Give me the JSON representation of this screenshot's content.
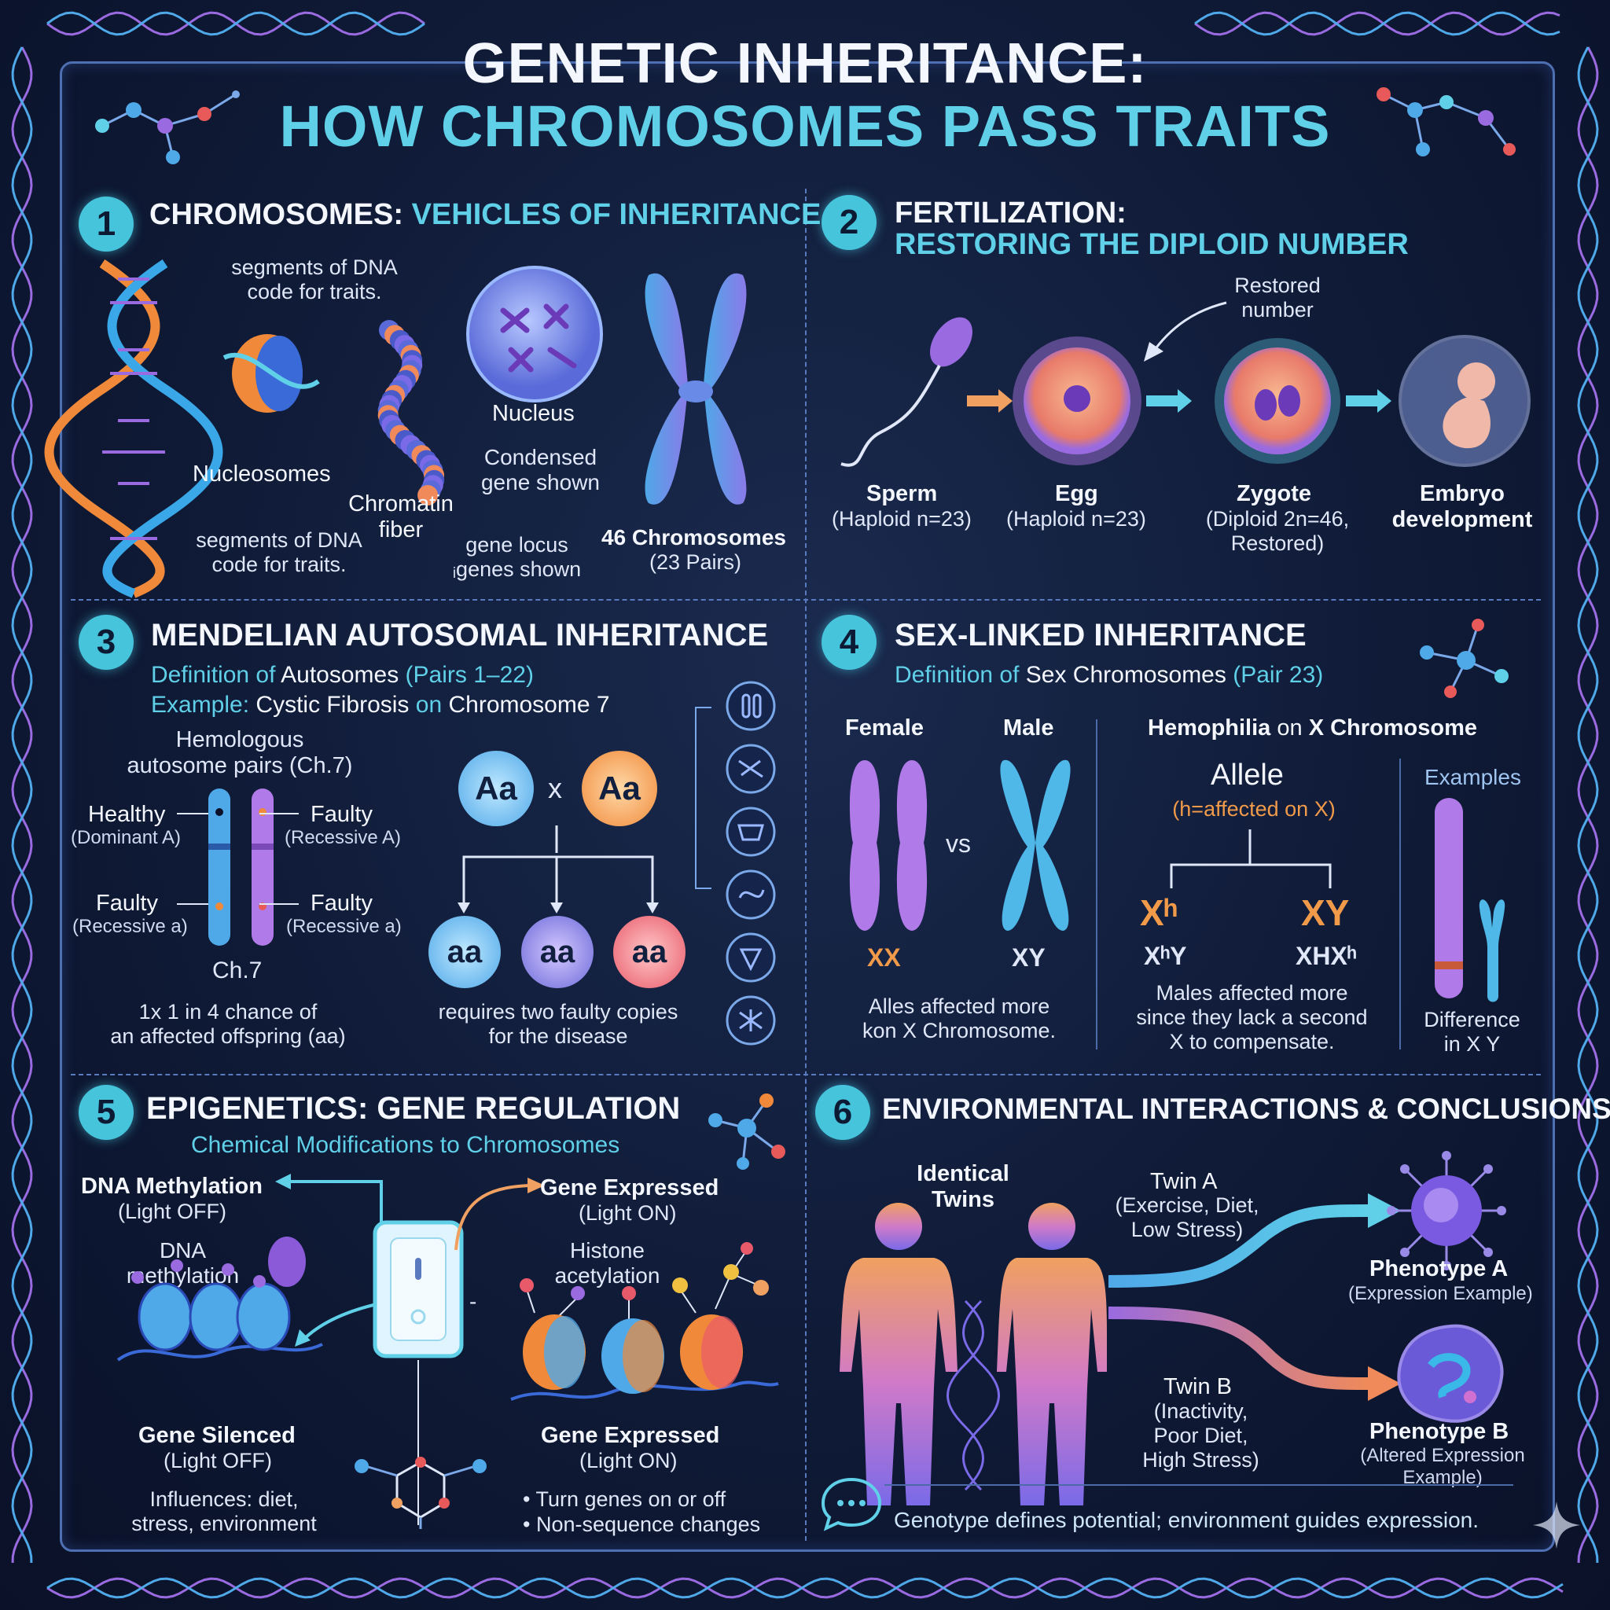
{
  "title": {
    "line1": "GENETIC INHERITANCE:",
    "line2": "HOW CHROMOSOMES PASS TRAITS"
  },
  "colors": {
    "accent": "#5fd0e8",
    "orange": "#f09a4a",
    "purple": "#9a6be0",
    "blue": "#4fa8e8"
  },
  "s1": {
    "num": "1",
    "title": "CHROMOSOMES:",
    "title2": "VEHICLES OF INHERITANCE",
    "seg_top": "segments of DNA\ncode for traits.",
    "nucleosomes": "Nucleosomes",
    "seg_bottom": "segments of DNA\ncode for traits.",
    "chromatin": "Chromatin\nfiber",
    "nucleus": "Nucleus",
    "condensed": "Condensed\ngene shown",
    "locus": "gene locus\nᵢgenes shown",
    "count": "46 Chromosomes",
    "pairs": "(23 Pairs)"
  },
  "s2": {
    "num": "2",
    "title": "FERTILIZATION:",
    "title2": "RESTORING THE DIPLOID NUMBER",
    "restored": "Restored\nnumber",
    "sperm": "Sperm",
    "sperm_sub": "(Haploid n=23)",
    "egg": "Egg",
    "egg_sub": "(Haploid n=23)",
    "zygote": "Zygote",
    "zygote_sub": "(Diploid 2n=46,\nRestored)",
    "embryo": "Embryo\ndevelopment"
  },
  "s3": {
    "num": "3",
    "title": "MENDELIAN AUTOSOMAL INHERITANCE",
    "def_pre": "Definition of",
    "def_b": "Autosomes",
    "def_post": "(Pairs 1–22)",
    "ex_pre": "Example:",
    "ex_b1": "Cystic Fibrosis",
    "ex_mid": "on",
    "ex_b2": "Chromosome 7",
    "homologous": "Hemologous\nautosome pairs (Ch.7)",
    "healthy": "Healthy",
    "healthy_sub": "(Dominant A)",
    "faulty1": "Faulty",
    "faulty1_sub": "(Recessive A)",
    "faulty2": "Faulty",
    "faulty2_sub": "(Recessive a)",
    "faulty3": "Faulty",
    "faulty3_sub": "(Recessive a)",
    "ch7": "Ch.7",
    "chance": "1x 1 in 4 chance of\nan affected offspring (aa)",
    "parent1": "Aa",
    "cross": "x",
    "parent2": "Aa",
    "offspring": [
      "aa",
      "aa",
      "aa"
    ],
    "requires": "requires two faulty copies\nfor the disease"
  },
  "s4": {
    "num": "4",
    "title": "SEX-LINKED INHERITANCE",
    "def_pre": "Definition of",
    "def_b": "Sex Chromosomes",
    "def_post": "(Pair 23)",
    "female": "Female",
    "male": "Male",
    "vs": "vs",
    "xx": "XX",
    "xy": "XY",
    "alles": "Alles affected more\nkon X Chromosome.",
    "hemo_b1": "Hemophilia",
    "hemo_mid": "on",
    "hemo_b2": "X Chromosome",
    "allele": "Allele",
    "allele_sub": "(h=affected on X)",
    "xh": "Xʰ",
    "xy2": "XY",
    "xhy": "XʰY",
    "xhxh": "XHXʰ",
    "males": "Males affected more\nsince they lack a second\nX to compensate.",
    "examples": "Examples",
    "difference": "Difference\nin X Y"
  },
  "s5": {
    "num": "5",
    "title": "EPIGENETICS: GENE REGULATION",
    "subtitle": "Chemical Modifications to Chromosomes",
    "meth": "DNA Methylation",
    "meth_sub": "(Light OFF)",
    "dna_meth": "DNA\nmethylation",
    "expr_top": "Gene Expressed",
    "expr_top_sub": "(Light ON)",
    "histone": "Histone\nacetylation",
    "silenced": "Gene Silenced",
    "silenced_sub": "(Light OFF)",
    "expr_bot": "Gene Expressed",
    "expr_bot_sub": "(Light ON)",
    "influences": "Influences: diet,\nstress, environment",
    "bullets": [
      "• Turn genes on or off",
      "• Non-sequence changes"
    ]
  },
  "s6": {
    "num": "6",
    "title": "ENVIRONMENTAL INTERACTIONS & CONCLUSIONS",
    "twins": "Identical\nTwins",
    "twin_a": "Twin A",
    "twin_a_sub": "(Exercise, Diet,\nLow Stress)",
    "twin_b": "Twin B",
    "twin_b_sub": "(Inactivity,\nPoor Diet,\nHigh Stress)",
    "pheno_a": "Phenotype A",
    "pheno_a_sub": "(Expression Example)",
    "pheno_b": "Phenotype B",
    "pheno_b_sub": "(Altered Expression\nExample)",
    "conclusion": "Genotype defines potential; environment guides expression."
  }
}
